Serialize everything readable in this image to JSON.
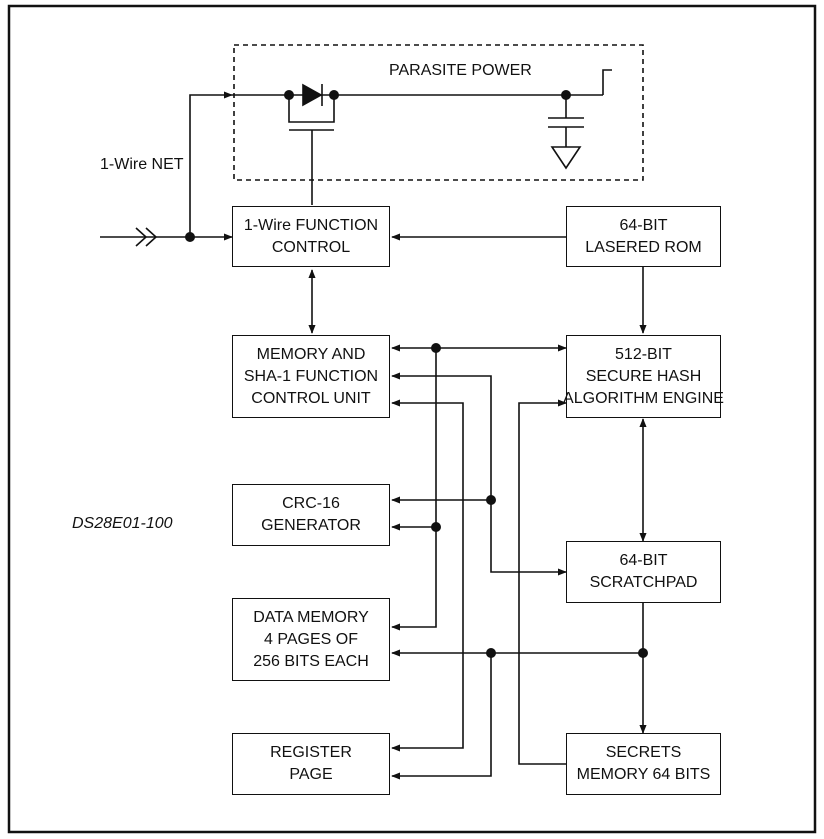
{
  "diagram": {
    "parasite_power": "PARASITE POWER",
    "net_label": "1-Wire NET",
    "part_number": "DS28E01-100",
    "blocks": {
      "function_control": [
        "1-Wire FUNCTION",
        "CONTROL"
      ],
      "lasered_rom": [
        "64-BIT",
        "LASERED ROM"
      ],
      "memory_control": [
        "MEMORY AND",
        "SHA-1 FUNCTION",
        "CONTROL UNIT"
      ],
      "sha_engine": [
        "512-BIT",
        "SECURE HASH",
        "ALGORITHM ENGINE"
      ],
      "crc16": [
        "CRC-16",
        "GENERATOR"
      ],
      "scratchpad": [
        "64-BIT",
        "SCRATCHPAD"
      ],
      "data_memory": [
        "DATA MEMORY",
        "4 PAGES OF",
        "256 BITS EACH"
      ],
      "register_page": [
        "REGISTER",
        "PAGE"
      ],
      "secrets_memory": [
        "SECRETS",
        "MEMORY 64 BITS"
      ]
    }
  }
}
